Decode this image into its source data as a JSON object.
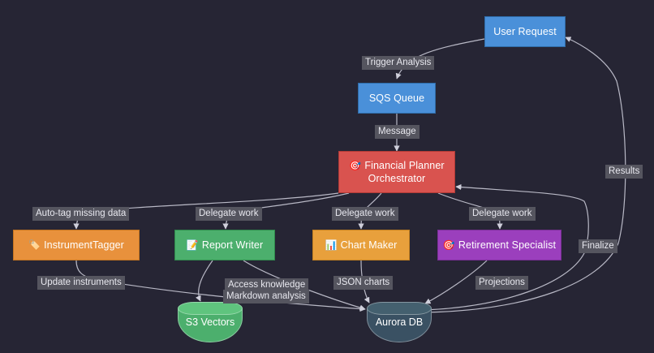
{
  "diagram": {
    "title": "Financial Planner Agent Architecture Flowchart",
    "background_color": "#262534",
    "edge_color": "#b9b9c6",
    "label_bg_color": "#55555f",
    "nodes": [
      {
        "id": "user-request",
        "label": "User Request",
        "icon": "",
        "fill": "#4a90d9",
        "stroke": "#2f6ca8",
        "shape": "rect"
      },
      {
        "id": "sqs-queue",
        "label": "SQS Queue",
        "icon": "",
        "fill": "#4a90d9",
        "stroke": "#2f6ca8",
        "shape": "rect"
      },
      {
        "id": "financial-planner-orchestrator",
        "label": "Financial Planner\nOrchestrator",
        "icon": "🎯",
        "fill": "#d9534f",
        "stroke": "#b03a36",
        "shape": "rect"
      },
      {
        "id": "instrument-tagger",
        "label": "InstrumentTagger",
        "icon": "🏷️",
        "fill": "#e8913c",
        "stroke": "#c4741f",
        "shape": "rect"
      },
      {
        "id": "report-writer",
        "label": "Report Writer",
        "icon": "📝",
        "fill": "#4caf6d",
        "stroke": "#2f8a4c",
        "shape": "rect"
      },
      {
        "id": "chart-maker",
        "label": "Chart Maker",
        "icon": "📊",
        "fill": "#e8a03c",
        "stroke": "#c4801f",
        "shape": "rect"
      },
      {
        "id": "retirement-specialist",
        "label": "Retirement Specialist",
        "icon": "🎯",
        "fill": "#9b3fbd",
        "stroke": "#7a2e96",
        "shape": "rect"
      },
      {
        "id": "s3-vectors",
        "label": "S3 Vectors",
        "icon": "",
        "fill": "#4caf6d",
        "stroke": "#2f8a4c",
        "shape": "cylinder"
      },
      {
        "id": "aurora-db",
        "label": "Aurora DB",
        "icon": "",
        "fill": "#3a5163",
        "stroke": "#56707f",
        "shape": "cylinder"
      }
    ],
    "edge_labels": [
      {
        "id": "trigger-analysis",
        "text": "Trigger Analysis",
        "from": "user-request",
        "to": "sqs-queue"
      },
      {
        "id": "message",
        "text": "Message",
        "from": "sqs-queue",
        "to": "financial-planner-orchestrator"
      },
      {
        "id": "auto-tag-missing-data",
        "text": "Auto-tag missing data",
        "from": "financial-planner-orchestrator",
        "to": "instrument-tagger"
      },
      {
        "id": "delegate-work-report",
        "text": "Delegate work",
        "from": "financial-planner-orchestrator",
        "to": "report-writer"
      },
      {
        "id": "delegate-work-chart",
        "text": "Delegate work",
        "from": "financial-planner-orchestrator",
        "to": "chart-maker"
      },
      {
        "id": "delegate-work-retirement",
        "text": "Delegate work",
        "from": "financial-planner-orchestrator",
        "to": "retirement-specialist"
      },
      {
        "id": "update-instruments",
        "text": "Update instruments",
        "from": "instrument-tagger",
        "to": "aurora-db"
      },
      {
        "id": "access-knowledge",
        "text": "Access knowledge",
        "from": "report-writer",
        "to": "s3-vectors"
      },
      {
        "id": "markdown-analysis",
        "text": "Markdown analysis",
        "from": "report-writer",
        "to": "aurora-db"
      },
      {
        "id": "json-charts",
        "text": "JSON charts",
        "from": "chart-maker",
        "to": "aurora-db"
      },
      {
        "id": "projections",
        "text": "Projections",
        "from": "retirement-specialist",
        "to": "aurora-db"
      },
      {
        "id": "finalize",
        "text": "Finalize",
        "from": "aurora-db",
        "to": "financial-planner-orchestrator"
      },
      {
        "id": "results",
        "text": "Results",
        "from": "financial-planner-orchestrator",
        "to": "user-request"
      }
    ]
  }
}
